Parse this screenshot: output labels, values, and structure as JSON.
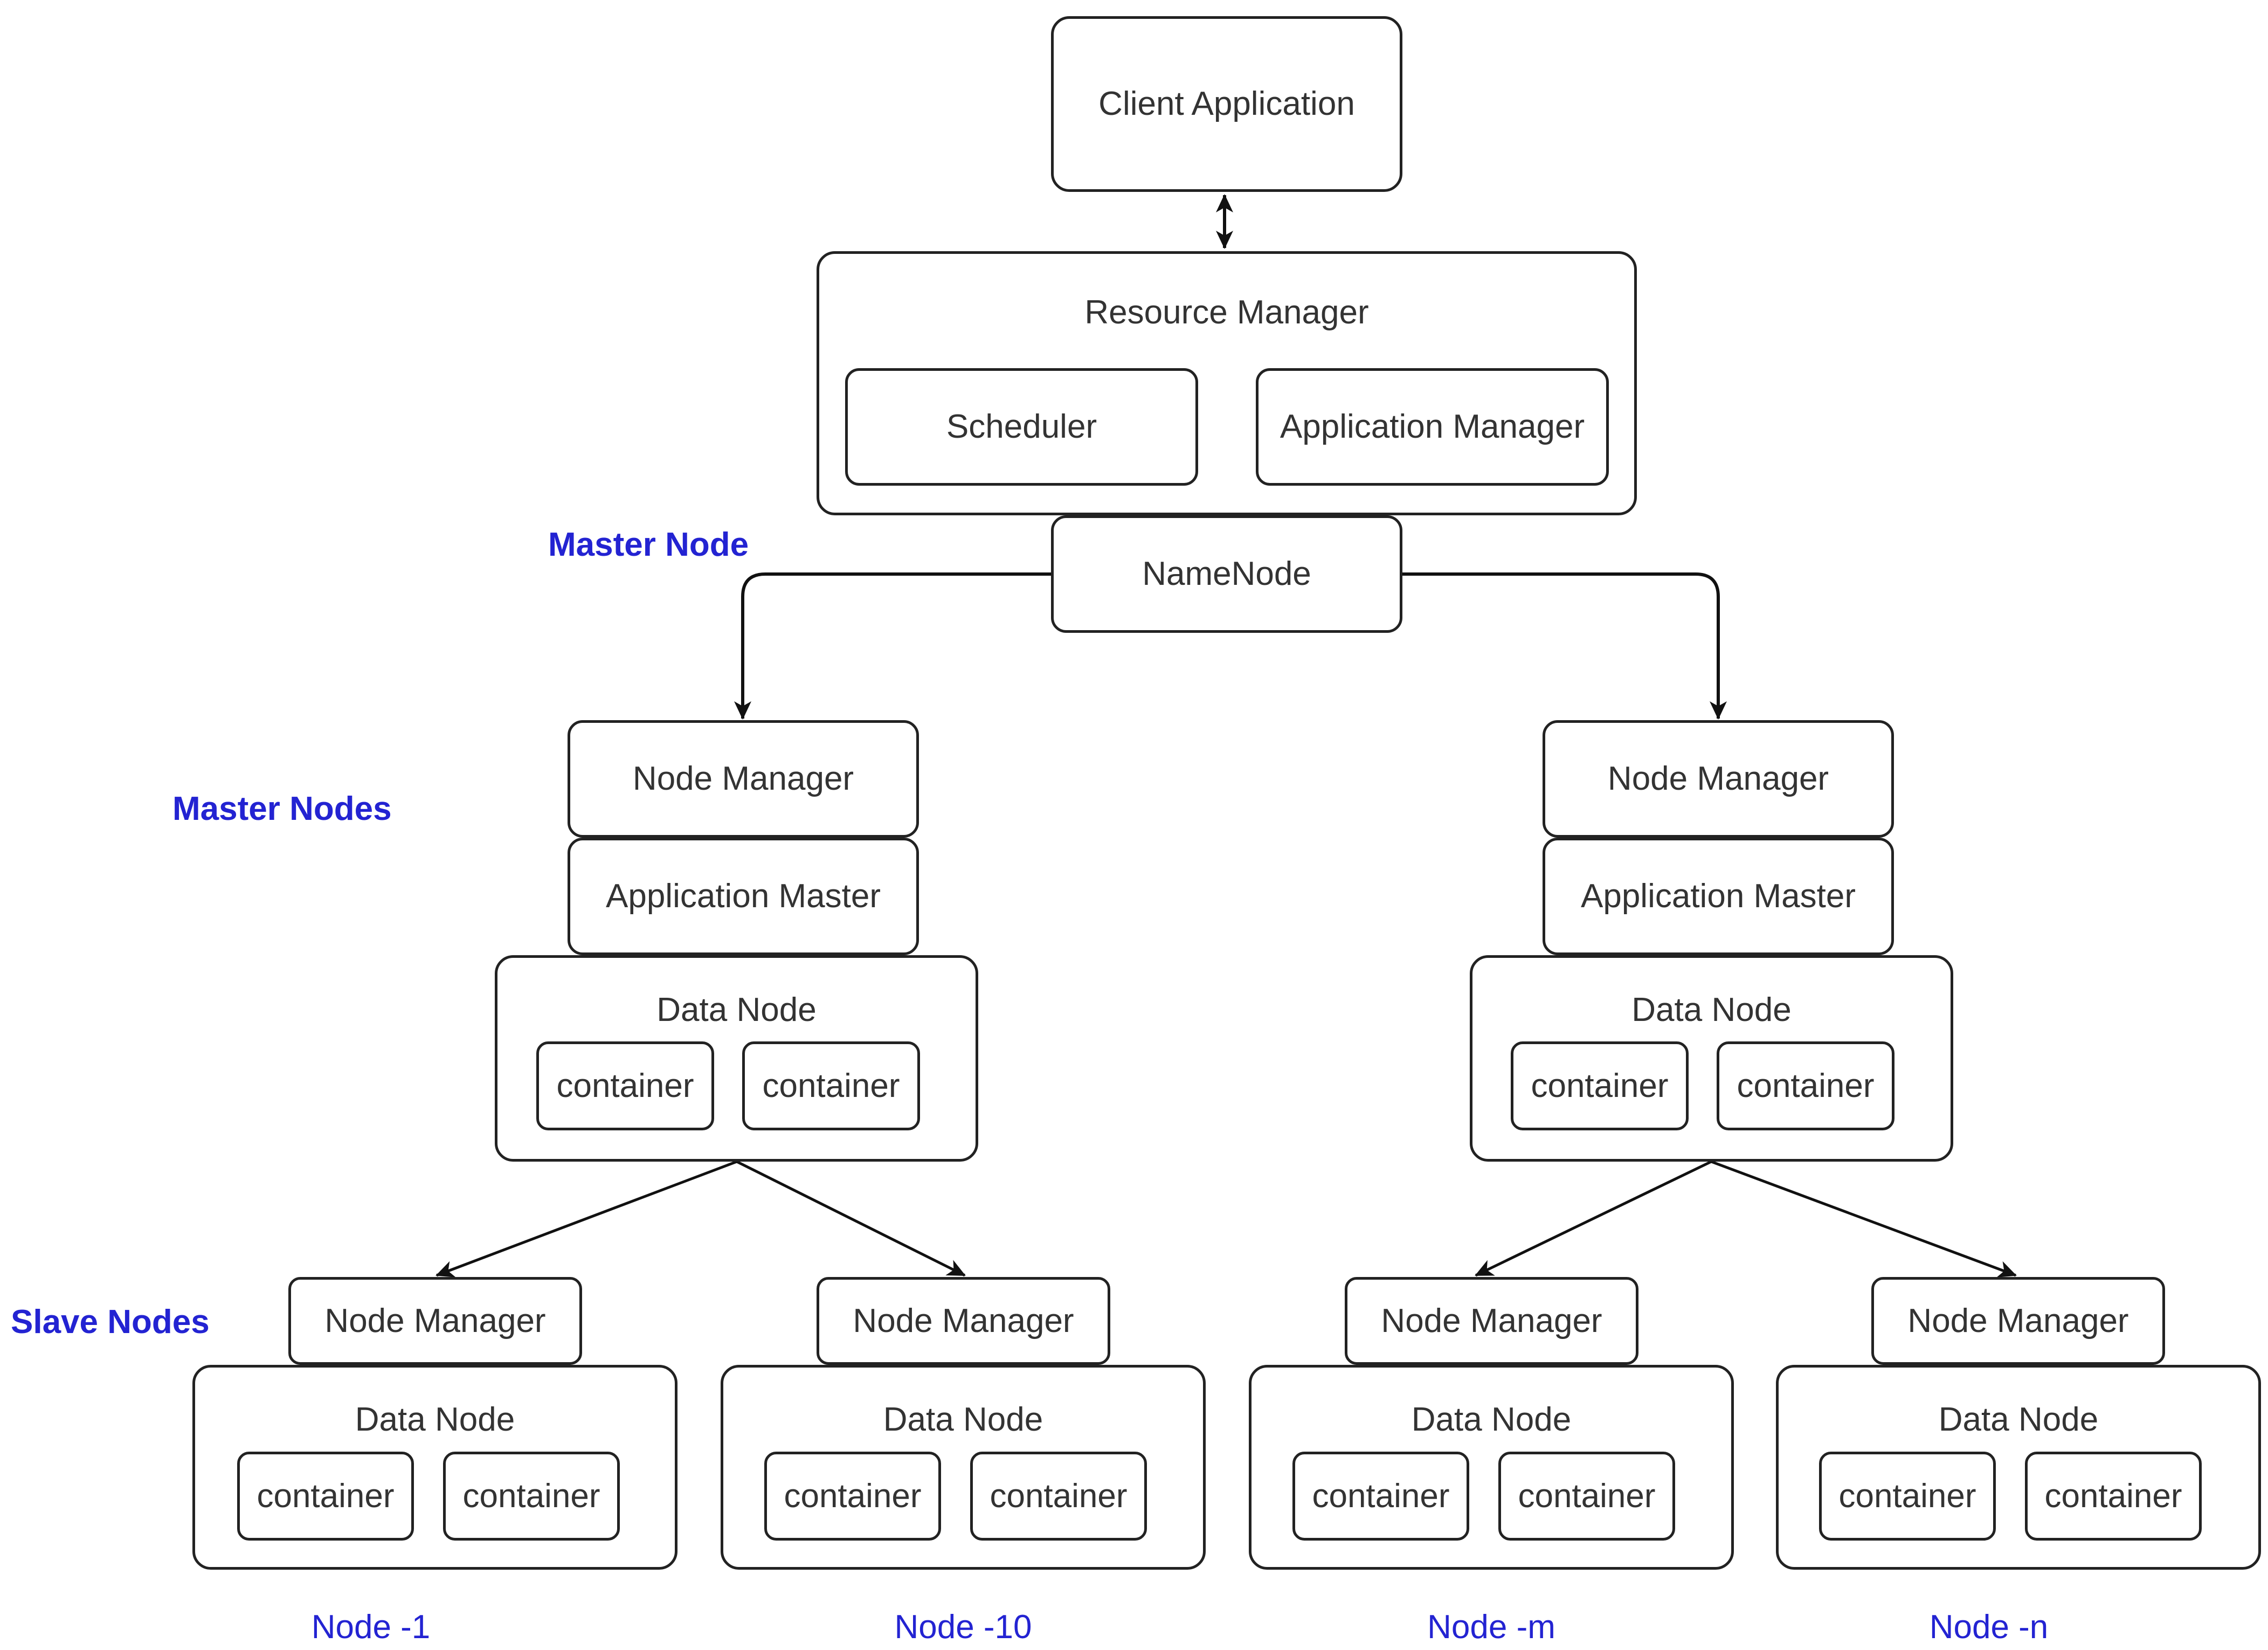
{
  "client": {
    "label": "Client Application"
  },
  "resource_manager": {
    "label": "Resource Manager",
    "scheduler": "Scheduler",
    "app_manager": "Application Manager"
  },
  "namenode": {
    "label": "NameNode"
  },
  "side_labels": {
    "master_node": "Master Node",
    "master_nodes": "Master Nodes",
    "slave_nodes": "Slave Nodes"
  },
  "groups": [
    {
      "node_manager": "Node Manager",
      "app_master": "Application Master",
      "data_node": "Data Node",
      "containers": [
        "container",
        "container"
      ]
    },
    {
      "node_manager": "Node Manager",
      "app_master": "Application Master",
      "data_node": "Data Node",
      "containers": [
        "container",
        "container"
      ]
    }
  ],
  "slaves": [
    {
      "node_manager": "Node Manager",
      "data_node": "Data Node",
      "containers": [
        "container",
        "container"
      ],
      "caption": "Node -1"
    },
    {
      "node_manager": "Node Manager",
      "data_node": "Data Node",
      "containers": [
        "container",
        "container"
      ],
      "caption": "Node -10"
    },
    {
      "node_manager": "Node Manager",
      "data_node": "Data Node",
      "containers": [
        "container",
        "container"
      ],
      "caption": "Node -m"
    },
    {
      "node_manager": "Node Manager",
      "data_node": "Data Node",
      "containers": [
        "container",
        "container"
      ],
      "caption": "Node -n"
    }
  ],
  "colors": {
    "border": "#222222",
    "text": "#333333",
    "label_blue": "#2323d2"
  }
}
